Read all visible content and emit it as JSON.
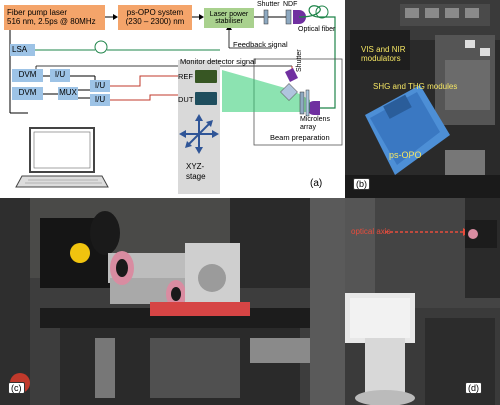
{
  "panel_a": {
    "laser_line1": "Fiber pump laser",
    "laser_line2": "516 nm, 2.5ps @ 80MHz",
    "opo_line1": "ps-OPO system",
    "opo_line2": "(230 – 2300) nm",
    "stabiliser_label": "Laser power stabiliser",
    "shutter_top": "Shutter",
    "ndf": "NDF",
    "optical_fiber": "Optical fiber",
    "feedback_signal": "Feedback signal",
    "monitor_signal": "Monitor detector signal",
    "lsa": "LSA",
    "dvm1": "DVM",
    "dvm2": "DVM",
    "iu1": "I/U",
    "iu2": "I/U",
    "iu3": "I/U",
    "mux": "MUX",
    "ref": "REF",
    "dut": "DUT",
    "shutter_side": "Shutter",
    "microlens": "Microlens array",
    "beam_prep": "Beam preparation",
    "stage_line1": "XYZ-",
    "stage_line2": "stage",
    "tag": "(a)"
  },
  "panel_b": {
    "modulators": "VIS and NIR modulators",
    "shg": "SHG and THG modules",
    "opo": "ps-OPO",
    "tag": "(b)"
  },
  "panel_c": {
    "tag": "(c)"
  },
  "panel_d": {
    "optical_axis": "optical axis",
    "tag": "(d)"
  },
  "colors": {
    "laser_box": "#f4a46a",
    "stabiliser_box": "#a9d18e",
    "dvm_box": "#9dc3e6",
    "detector_ref": "#375623",
    "detector_dut": "#1f4e5e",
    "beam": "#2ecc71",
    "stage_bg": "#d9d9d9",
    "cable_red": "#c0392b",
    "fiber": "#1e8449"
  }
}
